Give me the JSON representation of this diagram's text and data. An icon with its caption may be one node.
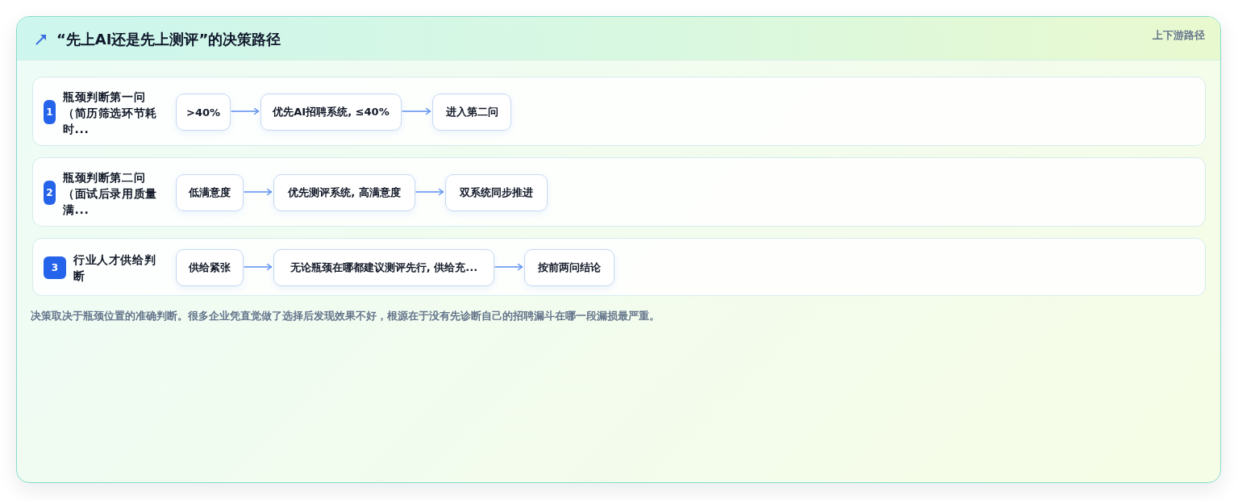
{
  "diagram": {
    "title": "“先上AI还是先上测评”的决策路径",
    "caption": "决策取决于瓶颈位置的准确判断。很多企业凭直觉做了选择后发现效果不好，根源在于没有先诊断自己的招聘漏斗在哪一段漏损最严重。",
    "nodes": [
      {
        "text": [
          "瓶颈判断第一问（简历筛选环节耗时..."
        ]
      },
      {
        "text": [
          "1"
        ],
        "in": 0
      },
      {
        "text": [
          ">40%"
        ],
        "in": 0
      },
      {
        "text": [
          "优先AI招聘系统, ≤40%"
        ],
        "in": 0
      },
      {
        "text": [
          "进入第二问"
        ],
        "in": 0
      },
      {
        "text": [
          "瓶颈判断第二问（面试后录用质量满..."
        ]
      },
      {
        "text": [
          "2"
        ],
        "in": 5
      },
      {
        "text": [
          "低满意度"
        ],
        "in": 5
      },
      {
        "text": [
          "优先测评系统, 高满意度"
        ],
        "in": 5
      },
      {
        "text": [
          "双系统同步推进"
        ],
        "in": 5
      },
      {
        "text": [
          "行业人才供给判断"
        ]
      },
      {
        "text": [
          "3"
        ],
        "in": 10
      },
      {
        "text": [
          "供给紧张"
        ],
        "in": 10
      },
      {
        "text": [
          "无论瓶颈在哪都建议测评先行, 供给充..."
        ],
        "in": 10
      },
      {
        "text": [
          "按前两问结论"
        ],
        "in": 10
      }
    ],
    "edges": [
      {
        "from": 2,
        "to": 3,
        "arrow": "to"
      },
      {
        "from": 3,
        "to": 4,
        "arrow": "to"
      },
      {
        "from": 7,
        "to": 8,
        "arrow": "to"
      },
      {
        "from": 8,
        "to": 9,
        "arrow": "to"
      },
      {
        "from": 12,
        "to": 13,
        "arrow": "to"
      },
      {
        "from": 13,
        "to": 14,
        "arrow": "to"
      }
    ],
    "labels": [
      "上下游路径"
    ]
  }
}
